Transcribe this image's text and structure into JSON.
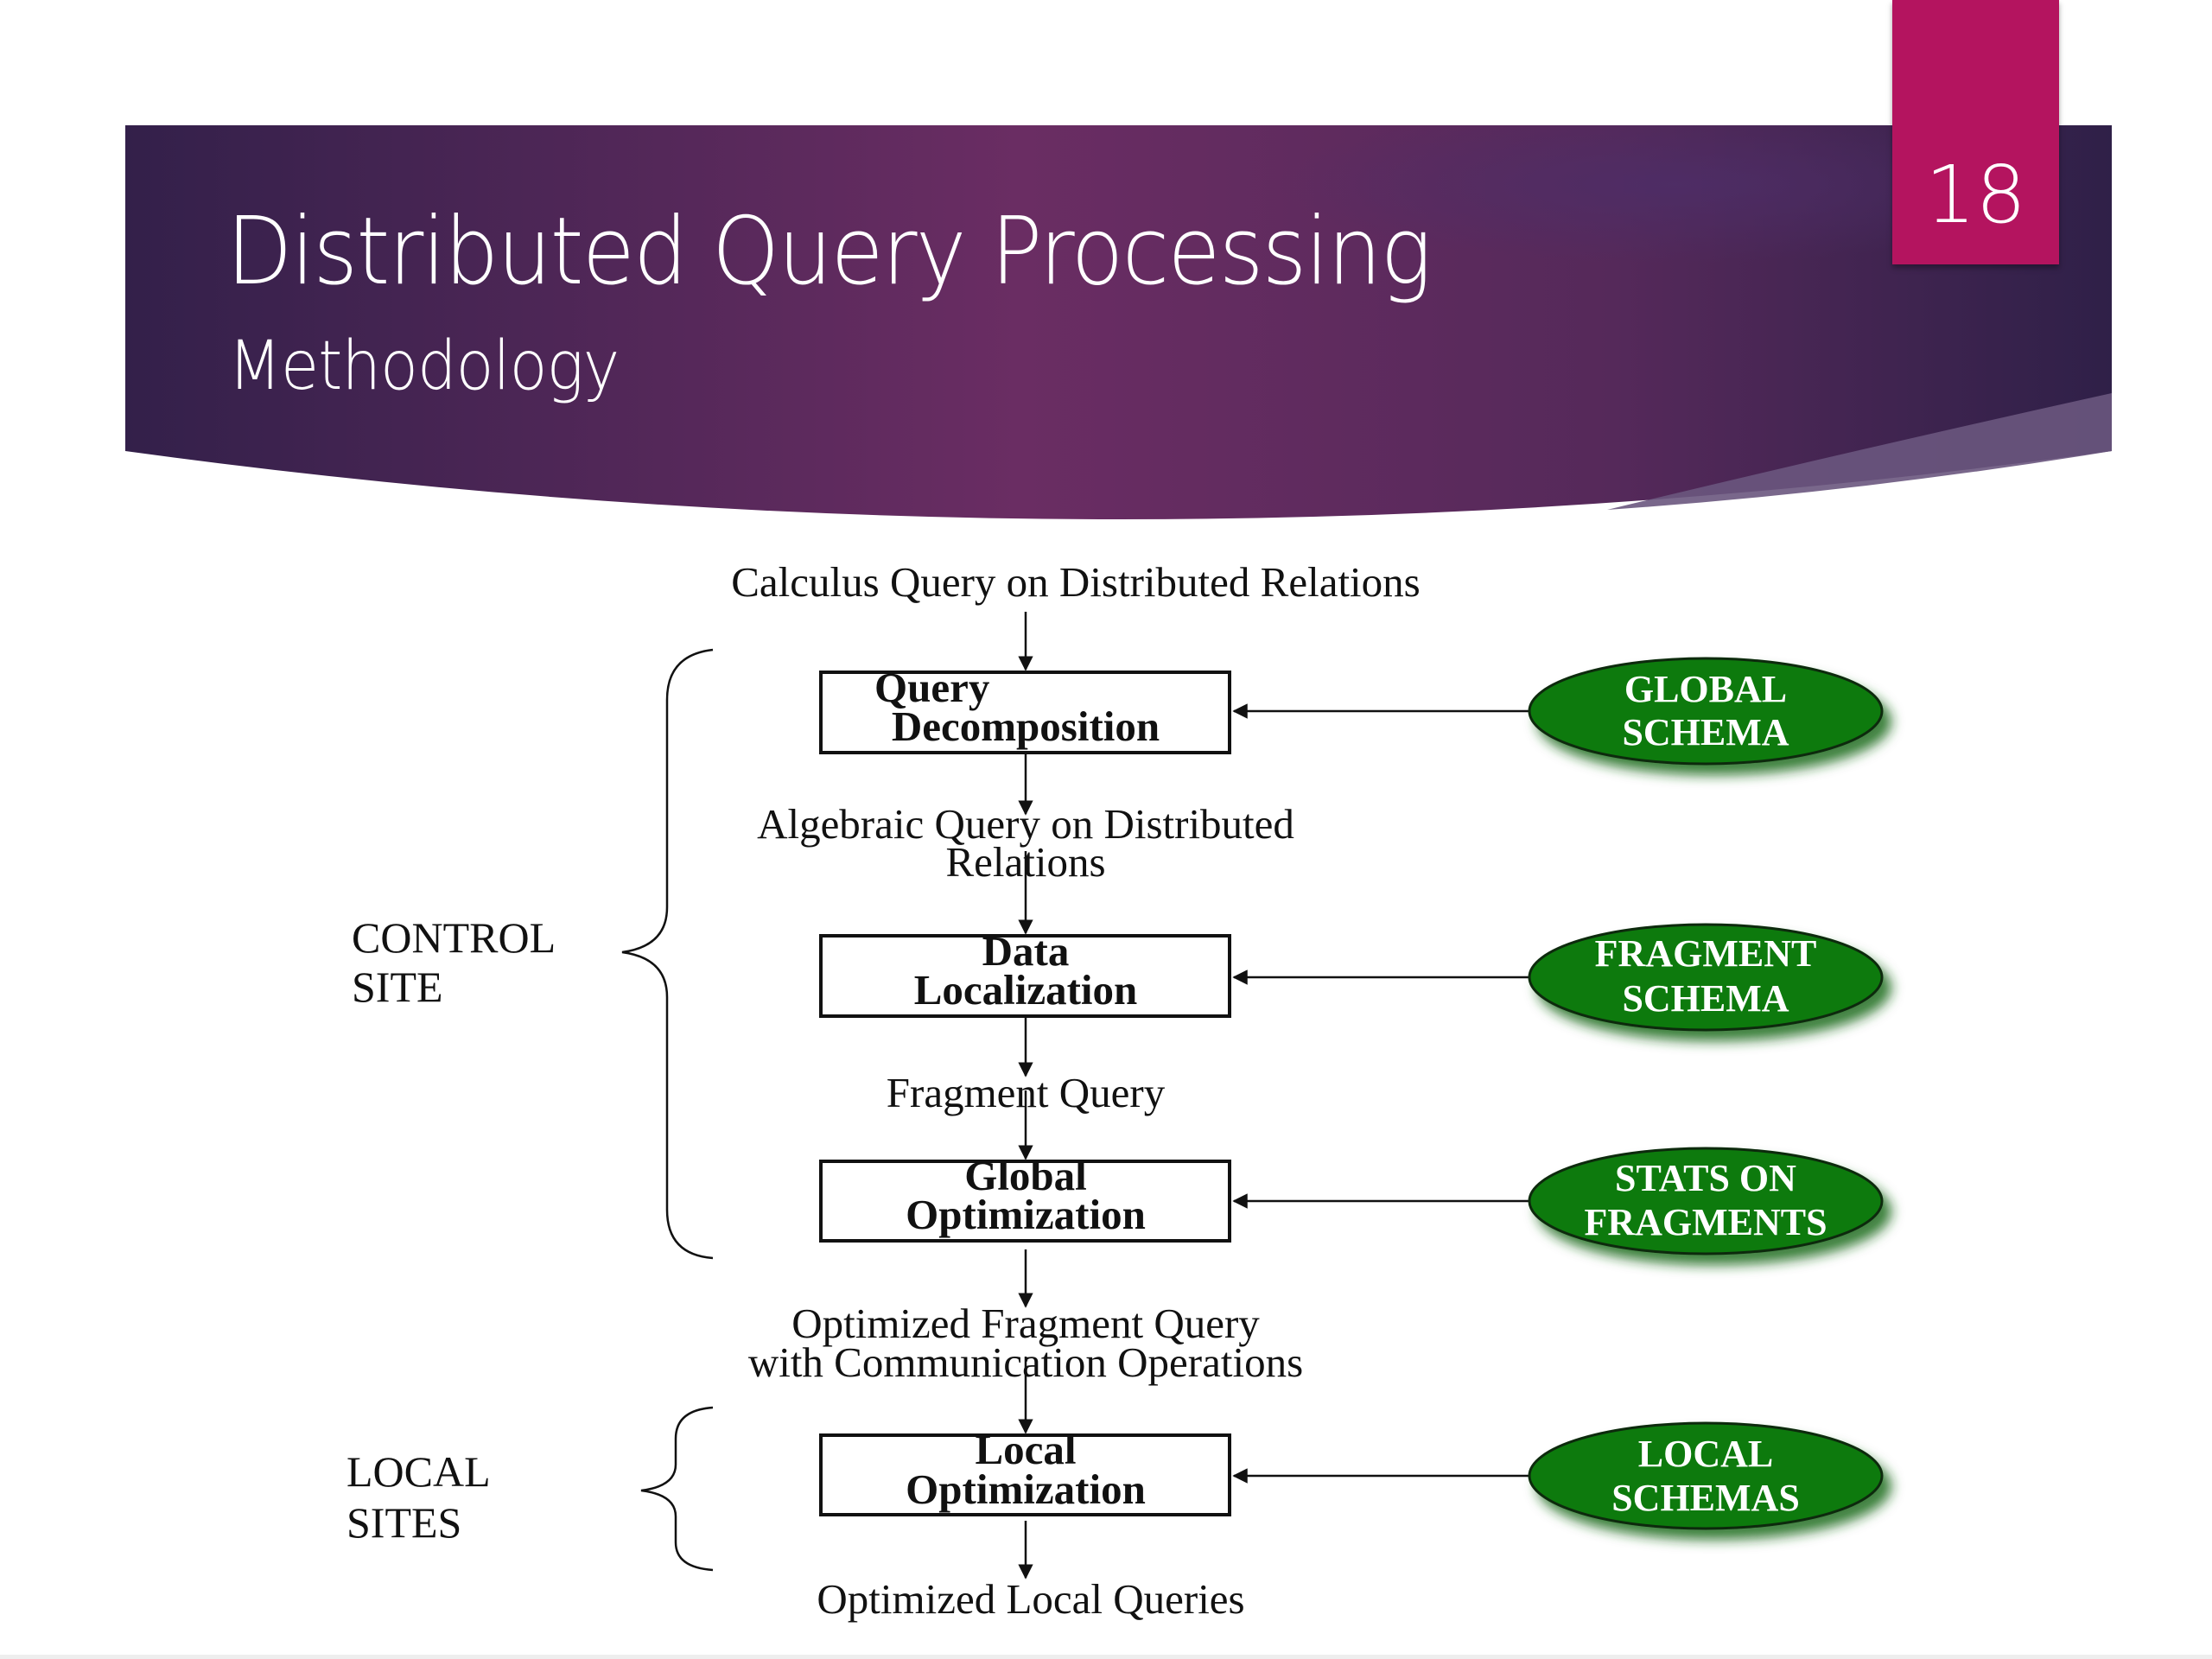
{
  "slide": {
    "title": "Distributed Query Processing",
    "subtitle": "Methodology",
    "page_number": "18",
    "colors": {
      "banner_dark": "#33204a",
      "banner_mid": "#6a2d63",
      "page_tab": "#b4145f",
      "node_fill": "#0b7a0b",
      "node_text": "#ffffff"
    }
  },
  "diagram": {
    "input_label": "Calculus Query on Distributed Relations",
    "steps": [
      {
        "line1": "Query",
        "line2": "Decomposition"
      },
      {
        "line1": "Data",
        "line2": "Localization"
      },
      {
        "line1": "Global",
        "line2": "Optimization"
      },
      {
        "line1": "Local",
        "line2": "Optimization"
      }
    ],
    "intermediate_labels": [
      {
        "line1": "Algebraic Query on Distributed",
        "line2": "Relations"
      },
      {
        "line1": "Fragment Query",
        "line2": ""
      },
      {
        "line1": "Optimized Fragment Query",
        "line2": "with Communication Operations"
      }
    ],
    "output_label": "Optimized Local Queries",
    "schemas": [
      {
        "line1": "GLOBAL",
        "line2": "SCHEMA"
      },
      {
        "line1": "FRAGMENT",
        "line2": "SCHEMA"
      },
      {
        "line1": "STATS ON",
        "line2": "FRAGMENTS"
      },
      {
        "line1": "LOCAL",
        "line2": "SCHEMAS"
      }
    ],
    "groups": [
      {
        "line1": "CONTROL",
        "line2": "SITE"
      },
      {
        "line1": "LOCAL",
        "line2": "SITES"
      }
    ]
  }
}
